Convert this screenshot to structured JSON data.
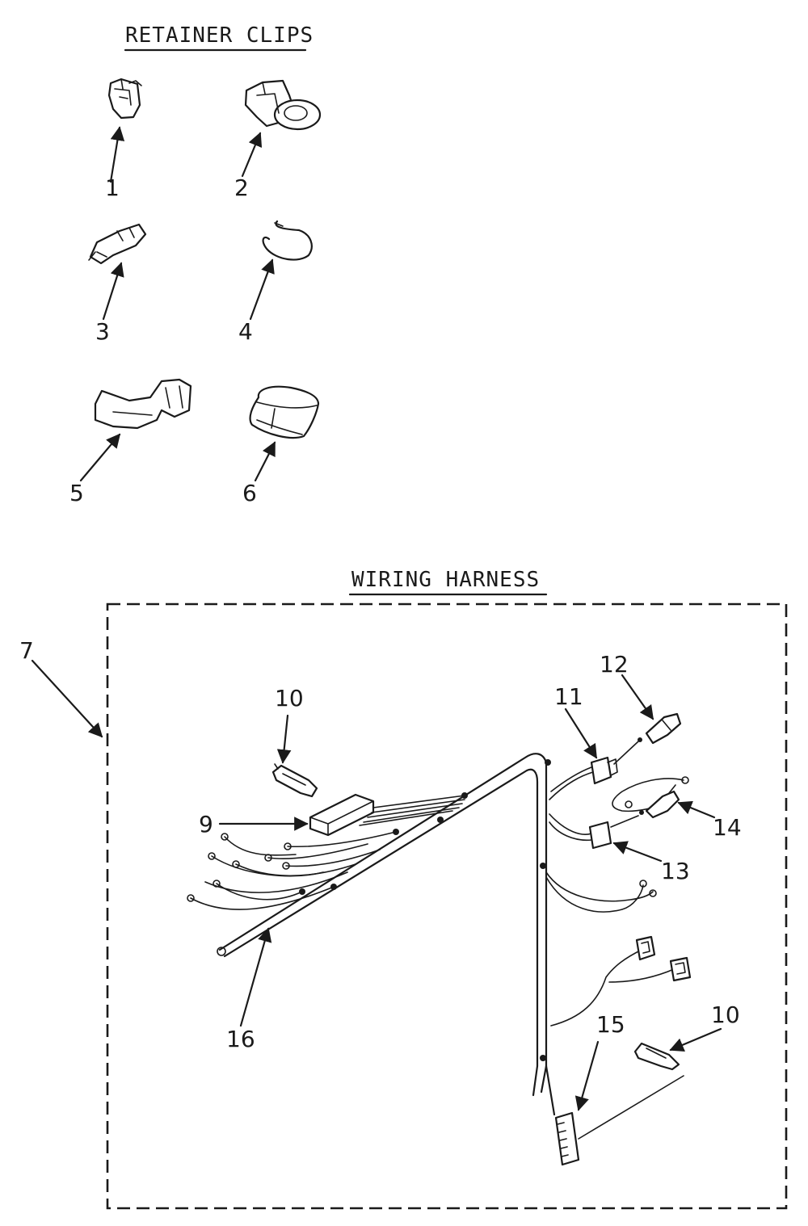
{
  "sections": {
    "retainer_clips": {
      "title": "RETAINER CLIPS"
    },
    "wiring_harness": {
      "title": "WIRING HARNESS"
    }
  },
  "callouts": {
    "c1": "1",
    "c2": "2",
    "c3": "3",
    "c4": "4",
    "c5": "5",
    "c6": "6",
    "c7": "7",
    "c9": "9",
    "c10a": "10",
    "c10b": "10",
    "c11": "11",
    "c12": "12",
    "c13": "13",
    "c14": "14",
    "c15": "15",
    "c16": "16"
  }
}
